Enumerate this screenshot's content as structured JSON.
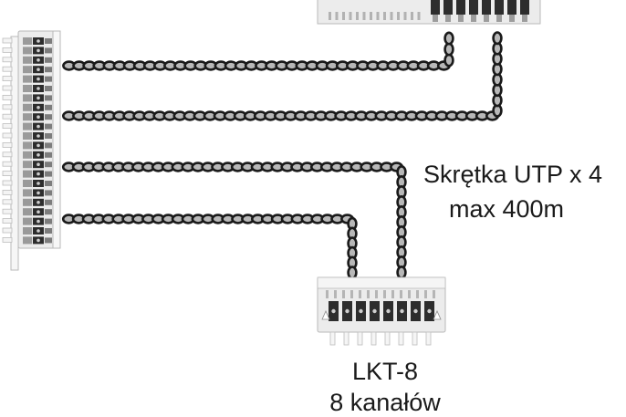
{
  "cable": {
    "spec_line1": "Skrętka UTP x 4",
    "spec_line2": "max 400m"
  },
  "block": {
    "model": "LKT-8",
    "channels": "8 kanałów"
  },
  "colors": {
    "panel": "#ececec",
    "panel_edge": "#b9b9b9",
    "contact_dark": "#2d2d2d",
    "twist_light": "#b8b8b8",
    "twist_dark": "#1a1a1a",
    "text": "#1a1a1a"
  }
}
